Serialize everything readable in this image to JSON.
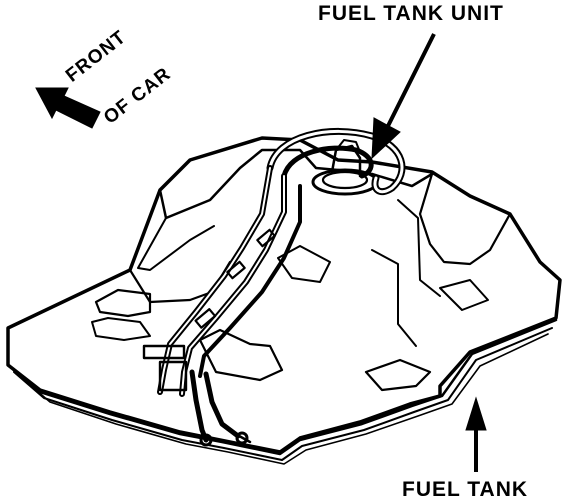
{
  "labels": {
    "fuel_tank_unit": "FUEL TANK UNIT",
    "fuel_tank": "FUEL TANK",
    "front_line1": "FRONT",
    "front_line2": "OF CAR"
  },
  "colors": {
    "ink": "#000000",
    "paper": "#ffffff"
  }
}
